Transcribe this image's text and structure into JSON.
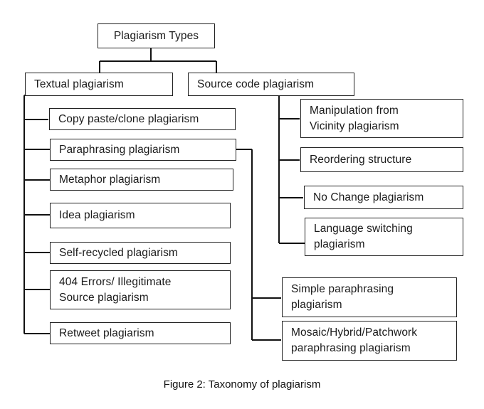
{
  "root": {
    "label": "Plagiarism Types"
  },
  "textual": {
    "label": "Textual plagiarism",
    "children": [
      "Copy paste/clone plagiarism",
      "Paraphrasing plagiarism",
      "Metaphor plagiarism",
      "Idea plagiarism",
      "Self-recycled plagiarism",
      "404 Errors/ Illegitimate\nSource plagiarism",
      "Retweet plagiarism"
    ]
  },
  "paraphrasing_children": [
    "Simple paraphrasing\nplagiarism",
    "Mosaic/Hybrid/Patchwork\nparaphrasing plagiarism"
  ],
  "source_code": {
    "label": "Source code plagiarism",
    "children": [
      "Manipulation from\nVicinity plagiarism",
      "Reordering structure",
      "No Change plagiarism",
      "Language switching\nplagiarism"
    ]
  },
  "caption": "Figure 2: Taxonomy of plagiarism"
}
